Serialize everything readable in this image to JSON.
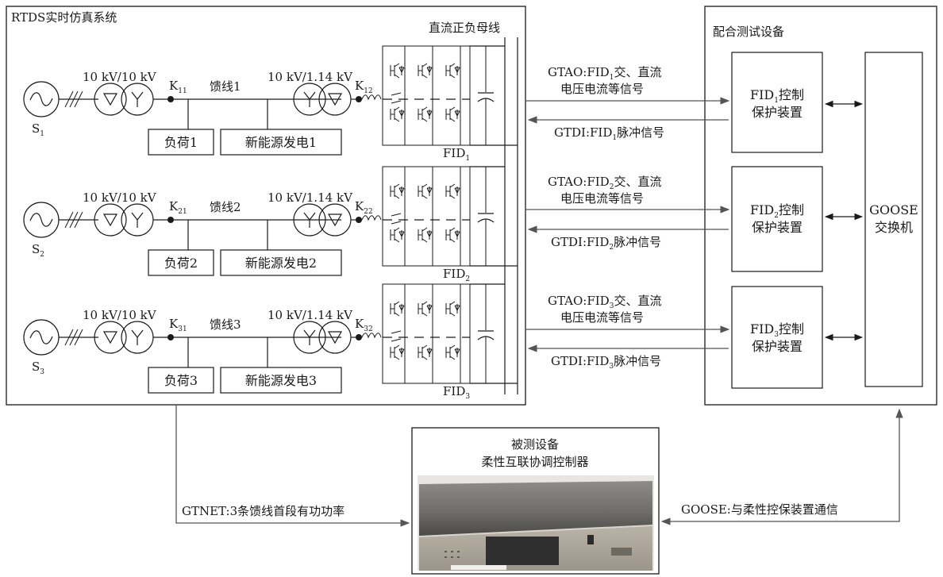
{
  "rtds": {
    "title": "RTDS实时仿真系统",
    "dc_bus": "直流正负母线",
    "feeders": [
      {
        "source": "S",
        "source_sub": "1",
        "xf1": "10 kV/10 kV",
        "sw1": "K",
        "sw1_sub": "11",
        "line": "馈线1",
        "xf2": "10 kV/1.14 kV",
        "sw2": "K",
        "sw2_sub": "12",
        "load": "负荷1",
        "gen": "新能源发电1",
        "fid": "FID",
        "fid_sub": "1"
      },
      {
        "source": "S",
        "source_sub": "2",
        "xf1": "10 kV/10 kV",
        "sw1": "K",
        "sw1_sub": "21",
        "line": "馈线2",
        "xf2": "10 kV/1.14 kV",
        "sw2": "K",
        "sw2_sub": "22",
        "load": "负荷2",
        "gen": "新能源发电2",
        "fid": "FID",
        "fid_sub": "2"
      },
      {
        "source": "S",
        "source_sub": "3",
        "xf1": "10 kV/10 kV",
        "sw1": "K",
        "sw1_sub": "31",
        "line": "馈线3",
        "xf2": "10 kV/1.14 kV",
        "sw2": "K",
        "sw2_sub": "32",
        "load": "负荷3",
        "gen": "新能源发电3",
        "fid": "FID",
        "fid_sub": "3"
      }
    ]
  },
  "signals": [
    {
      "gtao_pre": "GTAO:FID",
      "sub": "1",
      "gtao_post": "交、直流",
      "gtao_line2": "电压电流等信号",
      "gtdi_pre": "GTDI:FID",
      "gtdi_post": "脉冲信号"
    },
    {
      "gtao_pre": "GTAO:FID",
      "sub": "2",
      "gtao_post": "交、直流",
      "gtao_line2": "电压电流等信号",
      "gtdi_pre": "GTDI:FID",
      "gtdi_post": "脉冲信号"
    },
    {
      "gtao_pre": "GTAO:FID",
      "sub": "3",
      "gtao_post": "交、直流",
      "gtao_line2": "电压电流等信号",
      "gtdi_pre": "GTDI:FID",
      "gtdi_post": "脉冲信号"
    }
  ],
  "test_equipment": {
    "title": "配合测试设备",
    "devices": [
      {
        "pre": "FID",
        "sub": "1",
        "post": "控制",
        "line2": "保护装置"
      },
      {
        "pre": "FID",
        "sub": "2",
        "post": "控制",
        "line2": "保护装置"
      },
      {
        "pre": "FID",
        "sub": "3",
        "post": "控制",
        "line2": "保护装置"
      }
    ],
    "goose_switch": {
      "line1": "GOOSE",
      "line2": "交换机"
    }
  },
  "dut": {
    "line1": "被测设备",
    "line2": "柔性互联协调控制器"
  },
  "links": {
    "gtnet": "GTNET:3条馈线首段有功功率",
    "goose": "GOOSE:与柔性控保装置通信"
  }
}
